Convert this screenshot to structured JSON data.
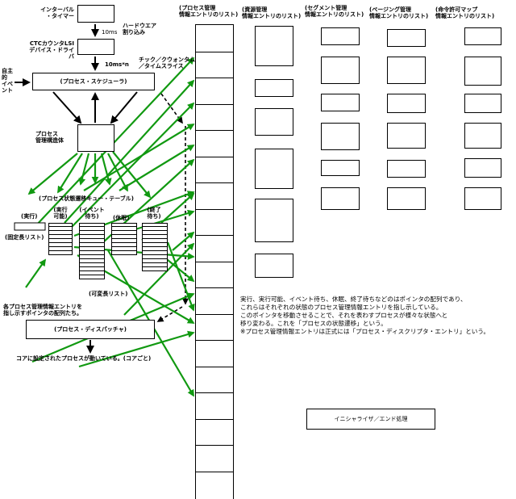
{
  "left": {
    "interval_timer": "インターバル\n・タイマー",
    "hw_interrupt": "ハードウエア\n割り込み",
    "ms10": "10ms",
    "ctc": "CTCカウンタLSI\nデバイス・ドライバ",
    "ms10n": "10ms*n",
    "tick": "チック／クウォンタム\n／タイムスライス",
    "voluntary_event": "自主的\nイベント",
    "scheduler": "(プロセス・スケジューラ)",
    "process_mgmt_struct": "プロセス\n管理構造体",
    "state_queue_table": "(プロセス状態遷移キュー・テーブル)",
    "running": "(実行)",
    "runnable": "(実行\n可能)",
    "event_wait": "(イベント\n待ち)",
    "sleep": "(休眠)",
    "terminated": "(終了\n待ち)",
    "fixed_list": "(固定長リスト)",
    "variable_list": "(可変長リスト)",
    "pointer_array_note": "各プロセス管理情報エントリを\n指し示すポインタの配列たち。",
    "dispatcher": "(プロセス・ディスパッチャ)",
    "core_note": "コアに設定されたプロセスが動いている。(コアごと)"
  },
  "columns": {
    "process_mgmt": "(プロセス管理\n情報エントリのリスト)",
    "resource_mgmt": "(資源管理\n情報エントリのリスト)",
    "segment_mgmt": "(セグメント管理\n情報エントリのリスト)",
    "paging_mgmt": "(ページング管理\n情報エントリのリスト)",
    "instruction_map": "(命令許可マップ\n情報エントリのリスト)"
  },
  "description": [
    "実行、実行可能、イベント待ち、休眠、終了待ちなどのはポインタの配列であり、",
    "これらはそれぞれの状態のプロセス管理情報エントリを指し示している。",
    "このポインタを移動させることで、それを表わすプロセスが様々な状態へと",
    "移り変わる。これを「プロセスの状態遷移」という。",
    "※プロセス管理情報エントリは正式には「プロセス・ディスクリプタ・エントリ」という。"
  ],
  "init_end": "イニシャライザ／エンド処理",
  "colors": {
    "arrow": "#119911",
    "line": "#000000"
  }
}
